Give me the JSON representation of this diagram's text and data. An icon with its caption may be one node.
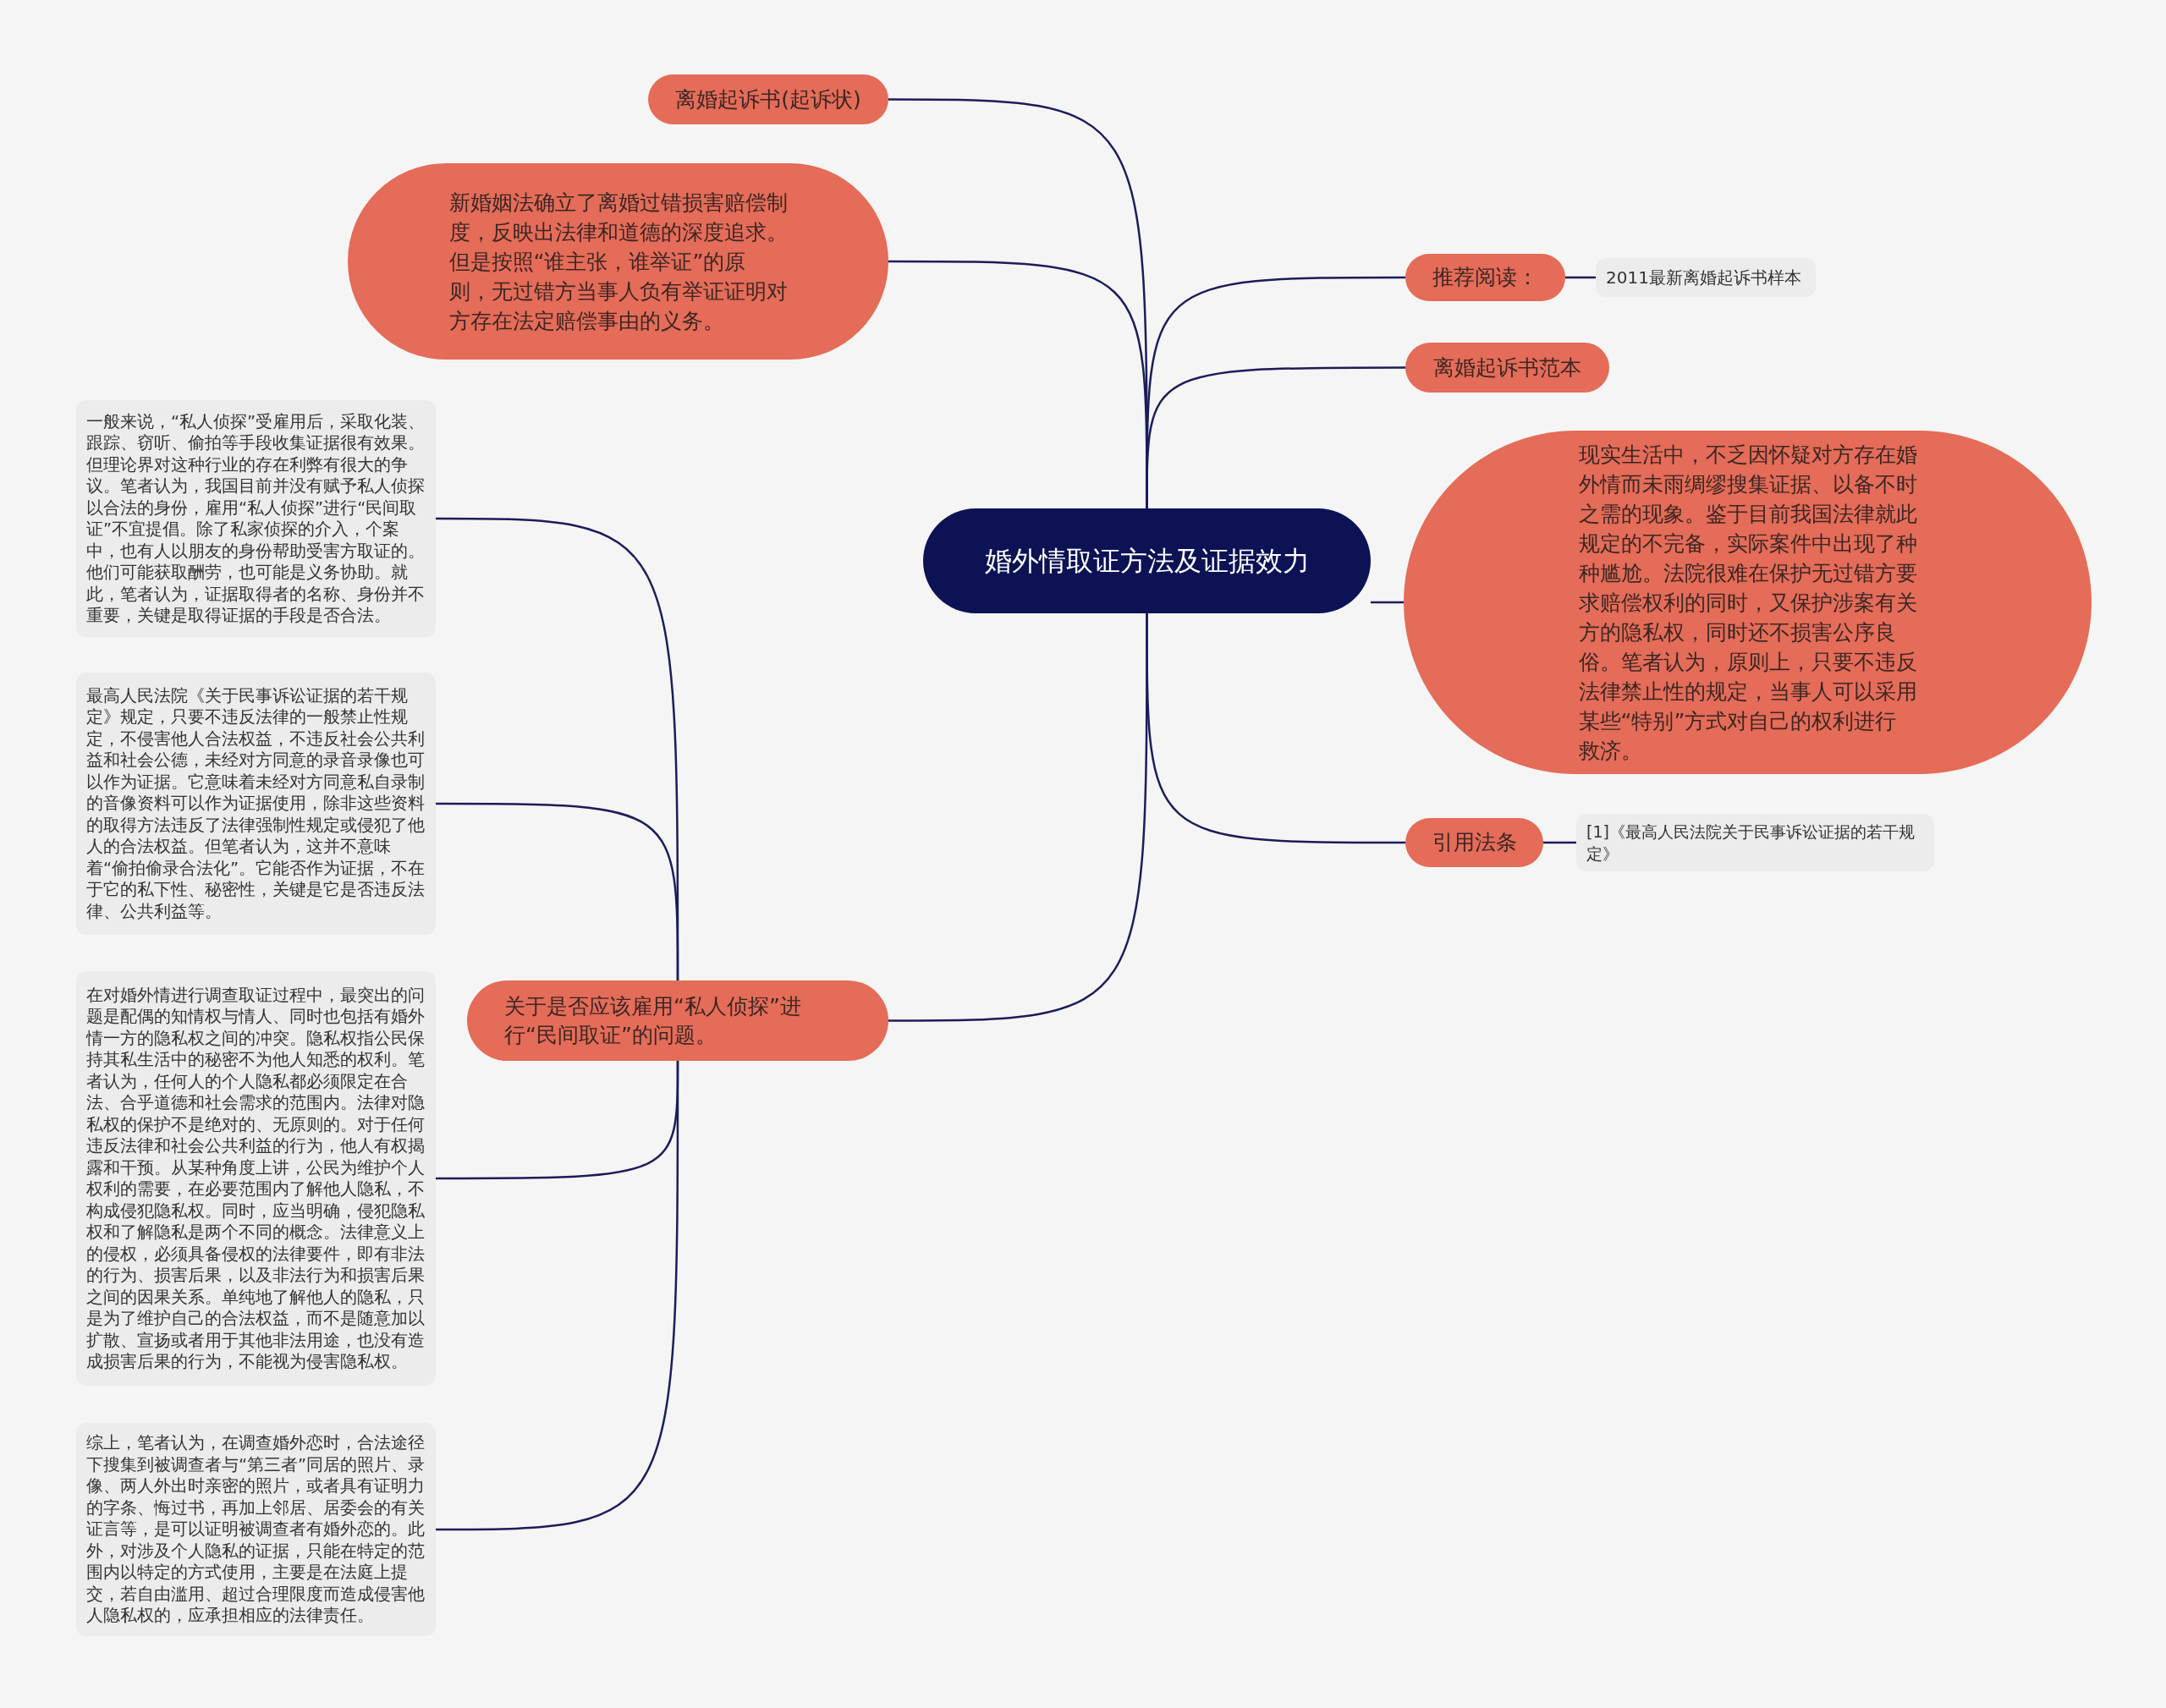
{
  "diagram": {
    "nodes": [
      {
        "text": [
          "婚外情取证方法及证据效力"
        ]
      },
      {
        "text": [
          "离婚起诉书(起诉状)"
        ]
      },
      {
        "text": [
          "新婚姻法确立了离婚过错损害赔偿制度，反映出法律和道德的深度追求。但是按照“谁主张，谁举证”的原则，无过错方当事人负有举证证明对方存在法定赔偿事由的义务。"
        ]
      },
      {
        "text": [
          "推荐阅读："
        ]
      },
      {
        "text": [
          "2011最新离婚起诉书样本"
        ]
      },
      {
        "text": [
          "离婚起诉书范本"
        ]
      },
      {
        "text": [
          "现实生活中，不乏因怀疑对方存在婚外情而未雨绸缪搜集证据、以备不时之需的现象。鉴于目前我国法律就此规定的不完备，实际案件中出现了种种尴尬。法院很难在保护无过错方要求赔偿权利的同时，又保护涉案有关方的隐私权，同时还不损害公序良俗。笔者认为，原则上，只要不违反法律禁止性的规定，当事人可以采用某些“特别”方式对自己的权利进行救济。"
        ]
      },
      {
        "text": [
          "引用法条"
        ]
      },
      {
        "text": [
          "[1]《最高人民法院关于民事诉讼证据的若干规定》"
        ]
      },
      {
        "text": [
          "关于是否应该雇用“私人侦探”进行“民间取证”的问题。"
        ]
      },
      {
        "text": [
          "一般来说，“私人侦探”受雇用后，采取化装、跟踪、窃听、偷拍等手段收集证据很有效果。但理论界对这种行业的存在利弊有很大的争议。笔者认为，我国目前并没有赋予私人侦探以合法的身份，雇用“私人侦探”进行“民间取证”不宜提倡。除了私家侦探的介入，个案中，也有人以朋友的身份帮助受害方取证的。他们可能获取酬劳，也可能是义务协助。就此，笔者认为，证据取得者的名称、身份并不重要，关键是取得证据的手段是否合法。"
        ]
      },
      {
        "text": [
          "最高人民法院《关于民事诉讼证据的若干规定》规定，只要不违反法律的一般禁止性规定，不侵害他人合法权益，不违反社会公共利益和社会公德，未经对方同意的录音录像也可以作为证据。它意味着未经对方同意私自录制的音像资料可以作为证据使用，除非这些资料的取得方法违反了法律强制性规定或侵犯了他人的合法权益。但笔者认为，这并不意味着“偷拍偷录合法化”。它能否作为证据，不在于它的私下性、秘密性，关键是它是否违反法律、公共利益等。"
        ]
      },
      {
        "text": [
          "在对婚外情进行调查取证过程中，最突出的问题是配偶的知情权与情人、同时也包括有婚外情一方的隐私权之间的冲突。隐私权指公民保持其私生活中的秘密不为他人知悉的权利。笔者认为，任何人的个人隐私都必须限定在合法、合乎道德和社会需求的范围内。法律对隐私权的保护不是绝对的、无原则的。对于任何违反法律和社会公共利益的行为，他人有权揭露和干预。从某种角度上讲，公民为维护个人权利的需要，在必要范围内了解他人隐私，不构成侵犯隐私权。同时，应当明确，侵犯隐私权和了解隐私是两个不同的概念。法律意义上的侵权，必须具备侵权的法律要件，即有非法的行为、损害后果，以及非法行为和损害后果之间的因果关系。单纯地了解他人的隐私，只是为了维护自己的合法权益，而不是随意加以扩散、宣扬或者用于其他非法用途，也没有造成损害后果的行为，不能视为侵害隐私权。"
        ]
      },
      {
        "text": [
          "综上，笔者认为，在调查婚外恋时，合法途径下搜集到被调查者与“第三者”同居的照片、录像、两人外出时亲密的照片，或者具有证明力的字条、悔过书，再加上邻居、居委会的有关证言等，是可以证明被调查者有婚外恋的。此外，对涉及个人隐私的证据，只能在特定的范围内以特定的方式使用，主要是在法庭上提交，若自由滥用、超过合理限度而造成侵害他人隐私权的，应承担相应的法律责任。"
        ]
      }
    ],
    "edges": [
      {
        "from": 0,
        "to": 1,
        "arrow": "none"
      },
      {
        "from": 0,
        "to": 2,
        "arrow": "none"
      },
      {
        "from": 0,
        "to": 3,
        "arrow": "none"
      },
      {
        "from": 3,
        "to": 4,
        "arrow": "none"
      },
      {
        "from": 0,
        "to": 5,
        "arrow": "none"
      },
      {
        "from": 0,
        "to": 6,
        "arrow": "none"
      },
      {
        "from": 0,
        "to": 7,
        "arrow": "none"
      },
      {
        "from": 7,
        "to": 8,
        "arrow": "none"
      },
      {
        "from": 0,
        "to": 9,
        "arrow": "none"
      },
      {
        "from": 9,
        "to": 10,
        "arrow": "none"
      },
      {
        "from": 9,
        "to": 11,
        "arrow": "none"
      },
      {
        "from": 9,
        "to": 12,
        "arrow": "none"
      },
      {
        "from": 9,
        "to": 13,
        "arrow": "none"
      }
    ]
  }
}
